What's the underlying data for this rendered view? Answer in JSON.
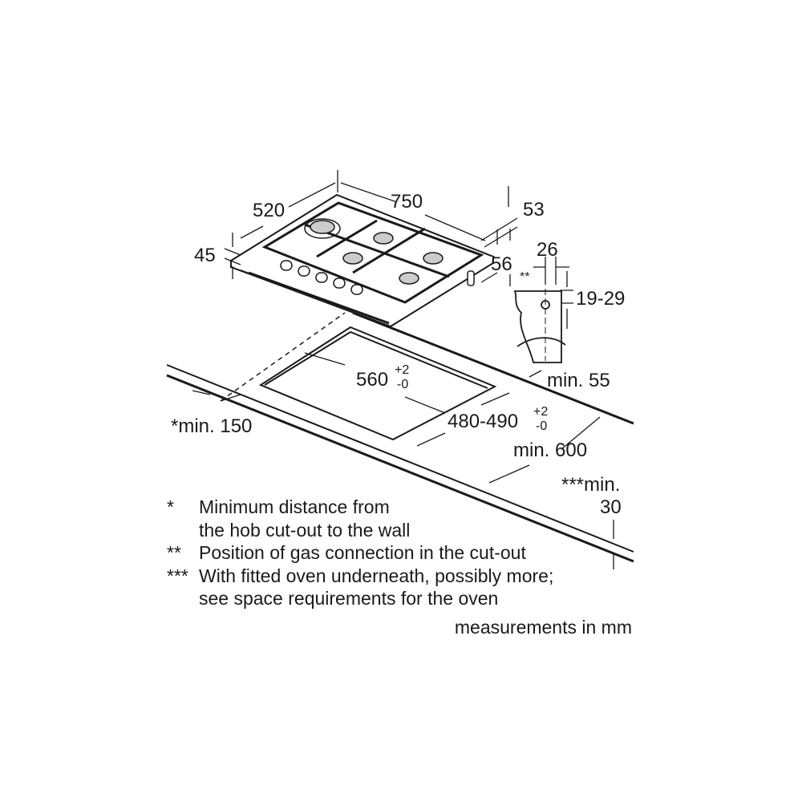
{
  "dimensions": {
    "width": "750",
    "depth": "520",
    "height_front": "45",
    "right_height": "53",
    "gas_offset": "56",
    "gas_side": "26",
    "gas_marker": "**",
    "gas_height": "19-29",
    "min_back": "min. 55",
    "cutout_width": "560",
    "cutout_width_tol_plus": "+2",
    "cutout_width_tol_minus": "-0",
    "cutout_depth": "480-490",
    "cutout_depth_tol_plus": "+2",
    "cutout_depth_tol_minus": "-0",
    "min_wall": "*min. 150",
    "min_worktop": "min. 600",
    "min_oven": "***min.",
    "min_oven_value": "30"
  },
  "legend": [
    {
      "marker": "*",
      "text": "Minimum distance from"
    },
    {
      "marker": "",
      "text": "the hob cut-out to the wall"
    },
    {
      "marker": "**",
      "text": "Position of gas connection in the cut-out"
    },
    {
      "marker": "***",
      "text": "With fitted oven underneath, possibly more;"
    },
    {
      "marker": "",
      "text": "see space requirements for the oven"
    }
  ],
  "units_note": "measurements in mm"
}
